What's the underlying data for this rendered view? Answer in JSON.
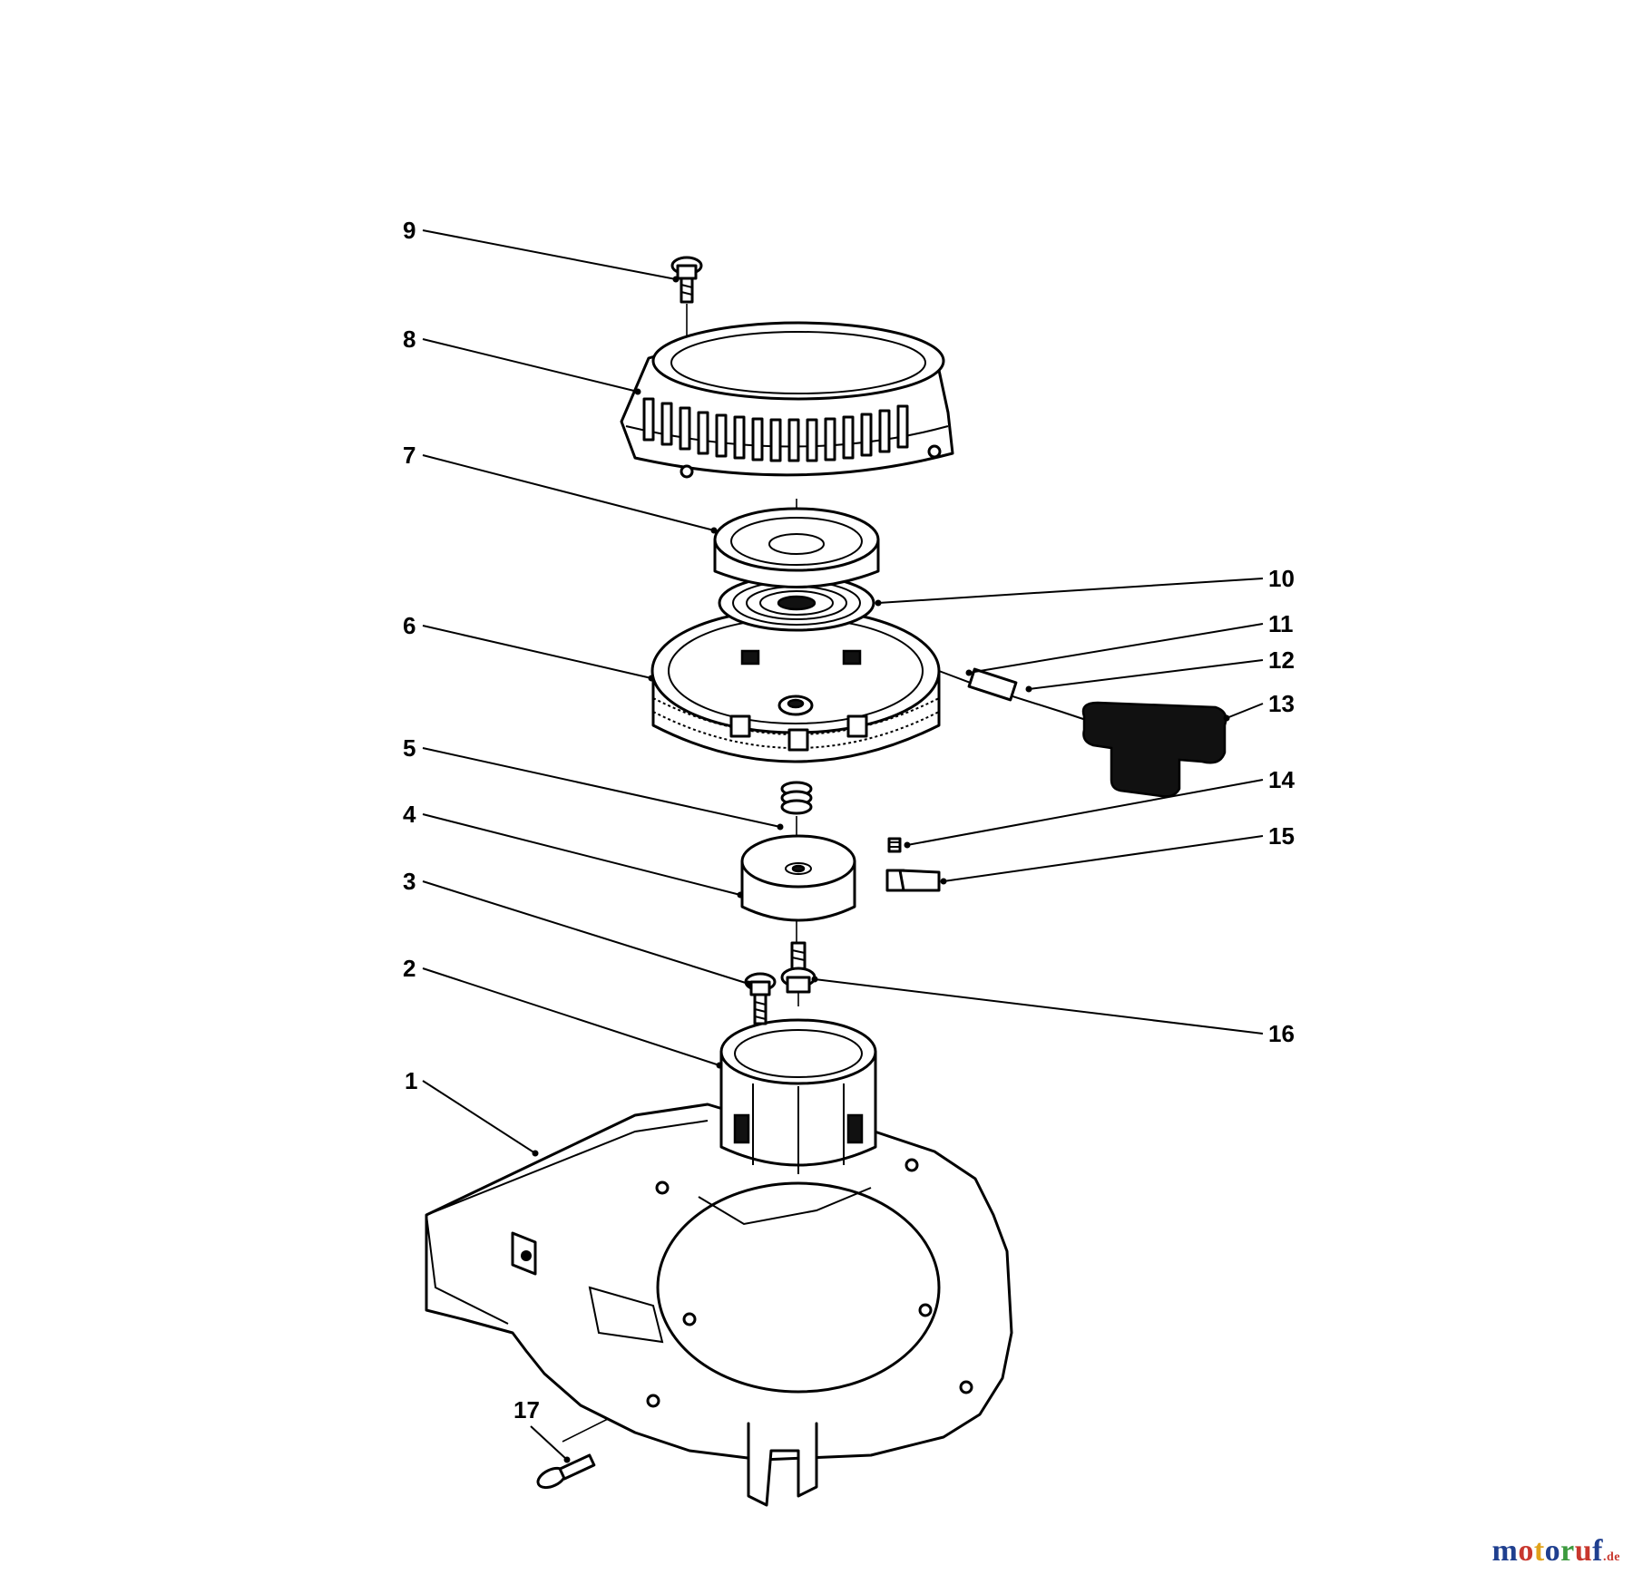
{
  "diagram": {
    "callouts": [
      "1",
      "2",
      "3",
      "4",
      "5",
      "6",
      "7",
      "8",
      "9",
      "10",
      "11",
      "12",
      "13",
      "14",
      "15",
      "16",
      "17"
    ]
  },
  "watermark": {
    "letters": [
      "m",
      "o",
      "t",
      "o",
      "r",
      "u",
      "f"
    ],
    "suffix": ".de"
  }
}
